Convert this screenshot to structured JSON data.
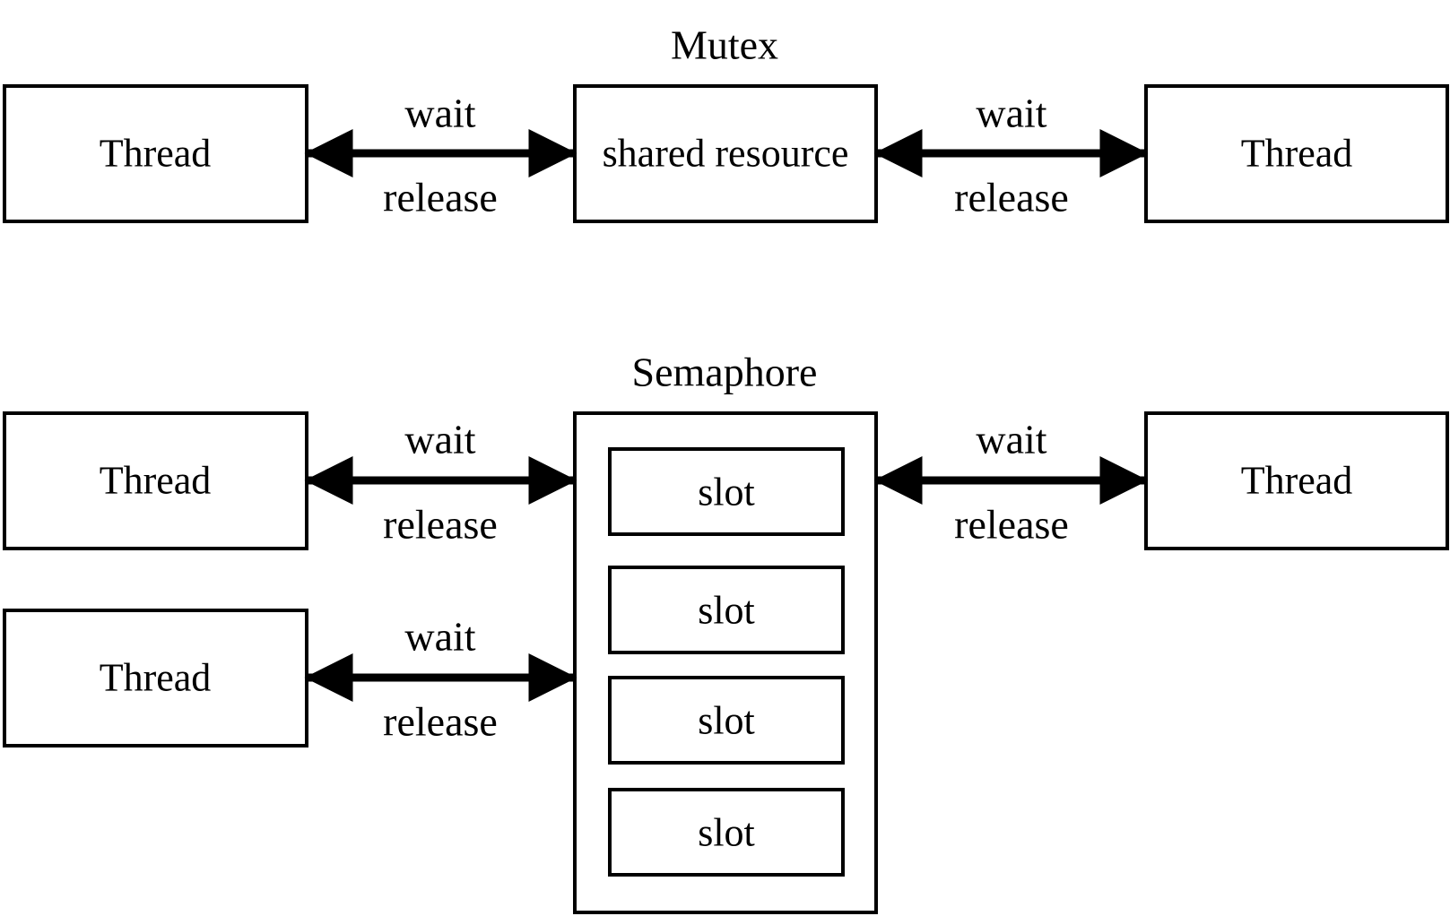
{
  "mutex": {
    "title": "Mutex",
    "left_thread": "Thread",
    "resource": "shared resource",
    "right_thread": "Thread",
    "left_edge": {
      "top": "wait",
      "bottom": "release"
    },
    "right_edge": {
      "top": "wait",
      "bottom": "release"
    }
  },
  "semaphore": {
    "title": "Semaphore",
    "left_thread_top": "Thread",
    "left_thread_bottom": "Thread",
    "right_thread": "Thread",
    "slots": [
      "slot",
      "slot",
      "slot",
      "slot"
    ],
    "left_edge_top": {
      "top": "wait",
      "bottom": "release"
    },
    "left_edge_bottom": {
      "top": "wait",
      "bottom": "release"
    },
    "right_edge": {
      "top": "wait",
      "bottom": "release"
    }
  },
  "colors": {
    "stroke": "#000000",
    "background": "#ffffff"
  }
}
